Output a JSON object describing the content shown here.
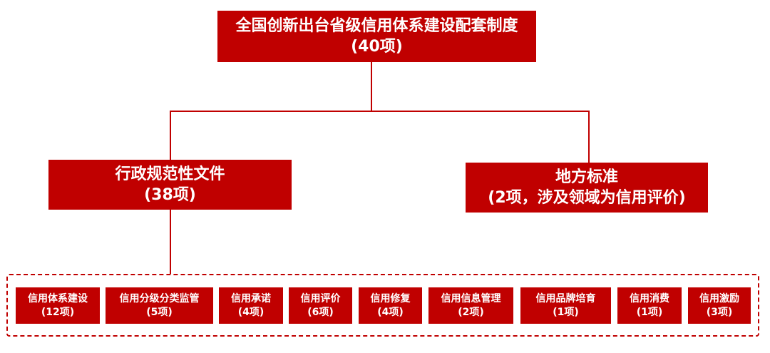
{
  "root": {
    "title": "全国创新出台省级信用体系建设配套制度",
    "count": "(40项)"
  },
  "branches": [
    {
      "title": "行政规范性文件",
      "count": "(38项)"
    },
    {
      "title": "地方标准",
      "count": "(2项，涉及领域为信用评价)"
    }
  ],
  "categories": [
    {
      "label": "信用体系建设",
      "count": "(12项)"
    },
    {
      "label": "信用分级分类监管",
      "count": "(5项)"
    },
    {
      "label": "信用承诺",
      "count": "(4项)"
    },
    {
      "label": "信用评价",
      "count": "(6项)"
    },
    {
      "label": "信用修复",
      "count": "(4项)"
    },
    {
      "label": "信用信息管理",
      "count": "(2项)"
    },
    {
      "label": "信用品牌培育",
      "count": "(1项)"
    },
    {
      "label": "信用消费",
      "count": "(1项)"
    },
    {
      "label": "信用激励",
      "count": "(3项)"
    }
  ],
  "colors": {
    "accent": "#c00000",
    "text_on_accent": "#ffffff"
  }
}
